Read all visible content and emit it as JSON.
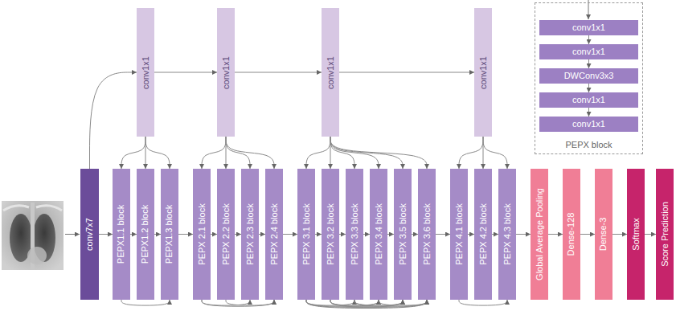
{
  "diagram": {
    "nodes": [
      {
        "text": [
          "conv1x1"
        ]
      },
      {
        "text": [
          "conv1x1"
        ]
      },
      {
        "text": [
          "conv1x1"
        ]
      },
      {
        "text": [
          "conv1x1"
        ]
      },
      {
        "text": [
          "PEPX block"
        ]
      },
      {
        "text": [
          "conv1x1"
        ],
        "in": 4
      },
      {
        "text": [
          "conv1x1"
        ],
        "in": 4
      },
      {
        "text": [
          "DWConv3x3"
        ],
        "in": 4
      },
      {
        "text": [
          "conv1x1"
        ],
        "in": 4
      },
      {
        "text": [
          "conv1x1"
        ],
        "in": 4
      },
      {
        "text": [
          "conv7x7"
        ]
      },
      {
        "text": [
          "PEPX1.1 block"
        ]
      },
      {
        "text": [
          "PEPX1.2 block"
        ]
      },
      {
        "text": [
          "PEPX1.3 block"
        ]
      },
      {
        "text": [
          "PEPX 2.1 block"
        ]
      },
      {
        "text": [
          "PEPX 2.2 block"
        ]
      },
      {
        "text": [
          "PEPX 2.3 block"
        ]
      },
      {
        "text": [
          "PEPX 2.4 block"
        ]
      },
      {
        "text": [
          "PEPX 3.1 block"
        ]
      },
      {
        "text": [
          "PEPX 3.2 block"
        ]
      },
      {
        "text": [
          "PEPX 3.3 block"
        ]
      },
      {
        "text": [
          "PEPX 3.4 block"
        ]
      },
      {
        "text": [
          "PEPX 3.5 block"
        ]
      },
      {
        "text": [
          "PEPX 3.6 block"
        ]
      },
      {
        "text": [
          "PEPX 4.1 block"
        ]
      },
      {
        "text": [
          "PEPX 4.2 block"
        ]
      },
      {
        "text": [
          "PEPX 4.3 block"
        ]
      },
      {
        "text": [
          "Global Average Pooling"
        ]
      },
      {
        "text": [
          "Dense-128"
        ]
      },
      {
        "text": [
          "Dense-3"
        ]
      },
      {
        "text": [
          "Softmax"
        ]
      },
      {
        "text": [
          "Score Prediction"
        ]
      }
    ],
    "edges": [
      {
        "from": 5,
        "to": 6,
        "arrow": "to"
      },
      {
        "from": 6,
        "to": 7,
        "arrow": "to"
      },
      {
        "from": 7,
        "to": 8,
        "arrow": "to"
      },
      {
        "from": 8,
        "to": 9,
        "arrow": "to"
      },
      {
        "from": 10,
        "to": 11,
        "arrow": "to"
      },
      {
        "from": 11,
        "to": 12,
        "arrow": "to"
      },
      {
        "from": 12,
        "to": 13,
        "arrow": "to"
      },
      {
        "from": 13,
        "to": 14,
        "arrow": "to"
      },
      {
        "from": 14,
        "to": 15,
        "arrow": "to"
      },
      {
        "from": 15,
        "to": 16,
        "arrow": "to"
      },
      {
        "from": 16,
        "to": 17,
        "arrow": "to"
      },
      {
        "from": 17,
        "to": 18,
        "arrow": "to"
      },
      {
        "from": 18,
        "to": 19,
        "arrow": "to"
      },
      {
        "from": 19,
        "to": 20,
        "arrow": "to"
      },
      {
        "from": 20,
        "to": 21,
        "arrow": "to"
      },
      {
        "from": 21,
        "to": 22,
        "arrow": "to"
      },
      {
        "from": 22,
        "to": 23,
        "arrow": "to"
      },
      {
        "from": 23,
        "to": 24,
        "arrow": "to"
      },
      {
        "from": 24,
        "to": 25,
        "arrow": "to"
      },
      {
        "from": 25,
        "to": 26,
        "arrow": "to"
      },
      {
        "from": 26,
        "to": 27,
        "arrow": "to"
      },
      {
        "from": 27,
        "to": 28,
        "arrow": "to"
      },
      {
        "from": 28,
        "to": 29,
        "arrow": "to"
      },
      {
        "from": 29,
        "to": 30,
        "arrow": "to"
      },
      {
        "from": 30,
        "to": 31,
        "arrow": "to"
      },
      {
        "from": 10,
        "to": 0,
        "arrow": "to"
      },
      {
        "from": 0,
        "to": 1,
        "arrow": "to"
      },
      {
        "from": 1,
        "to": 2,
        "arrow": "to"
      },
      {
        "from": 2,
        "to": 3,
        "arrow": "to"
      },
      {
        "from": 0,
        "to": 11,
        "arrow": "to"
      },
      {
        "from": 0,
        "to": 12,
        "arrow": "to"
      },
      {
        "from": 0,
        "to": 13,
        "arrow": "to"
      },
      {
        "from": 1,
        "to": 14,
        "arrow": "to"
      },
      {
        "from": 1,
        "to": 15,
        "arrow": "to"
      },
      {
        "from": 1,
        "to": 16,
        "arrow": "to"
      },
      {
        "from": 1,
        "to": 17,
        "arrow": "to"
      },
      {
        "from": 2,
        "to": 18,
        "arrow": "to"
      },
      {
        "from": 2,
        "to": 19,
        "arrow": "to"
      },
      {
        "from": 2,
        "to": 20,
        "arrow": "to"
      },
      {
        "from": 2,
        "to": 21,
        "arrow": "to"
      },
      {
        "from": 2,
        "to": 22,
        "arrow": "to"
      },
      {
        "from": 2,
        "to": 23,
        "arrow": "to"
      },
      {
        "from": 3,
        "to": 24,
        "arrow": "to"
      },
      {
        "from": 3,
        "to": 25,
        "arrow": "to"
      },
      {
        "from": 3,
        "to": 26,
        "arrow": "to"
      },
      {
        "from": 11,
        "to": 13,
        "arrow": "to"
      },
      {
        "from": 14,
        "to": 16,
        "arrow": "to"
      },
      {
        "from": 14,
        "to": 17,
        "arrow": "to"
      },
      {
        "from": 15,
        "to": 17,
        "arrow": "to"
      },
      {
        "from": 18,
        "to": 20,
        "arrow": "to"
      },
      {
        "from": 18,
        "to": 21,
        "arrow": "to"
      },
      {
        "from": 18,
        "to": 22,
        "arrow": "to"
      },
      {
        "from": 18,
        "to": 23,
        "arrow": "to"
      },
      {
        "from": 19,
        "to": 21,
        "arrow": "to"
      },
      {
        "from": 19,
        "to": 22,
        "arrow": "to"
      },
      {
        "from": 19,
        "to": 23,
        "arrow": "to"
      },
      {
        "from": 20,
        "to": 22,
        "arrow": "to"
      },
      {
        "from": 20,
        "to": 23,
        "arrow": "to"
      },
      {
        "from": 21,
        "to": 23,
        "arrow": "to"
      },
      {
        "from": 24,
        "to": 26,
        "arrow": "to"
      }
    ]
  }
}
